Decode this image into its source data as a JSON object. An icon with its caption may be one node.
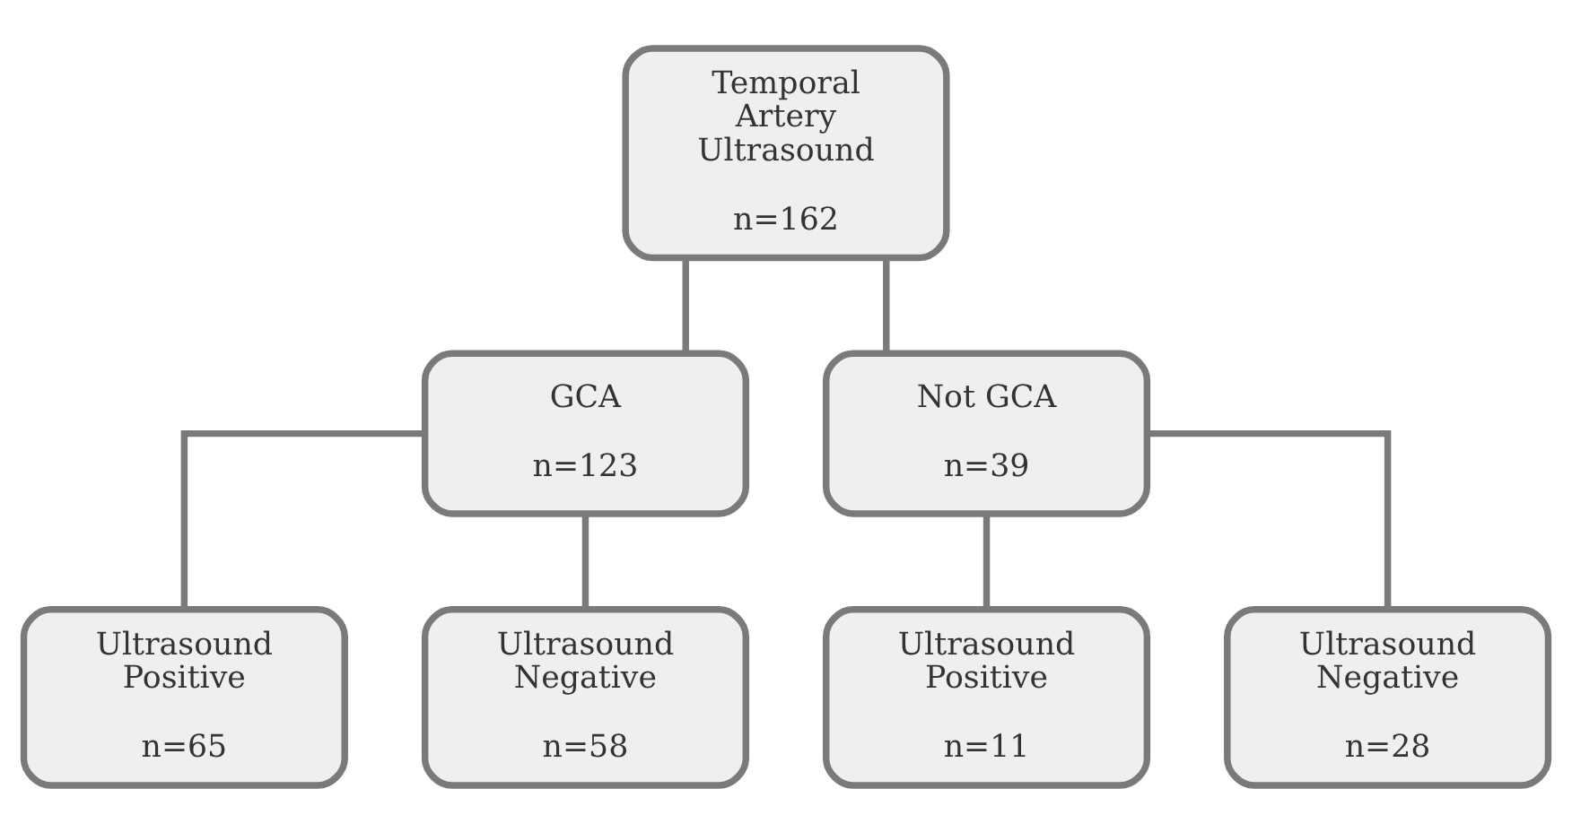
{
  "diagram": {
    "nodes": [
      {
        "text": [
          "Temporal Artery Ultrasound",
          "n=162"
        ]
      },
      {
        "text": [
          "GCA",
          "n=123"
        ]
      },
      {
        "text": [
          "Not GCA",
          "n=39"
        ]
      },
      {
        "text": [
          "Ultrasound Positive",
          "n=65"
        ]
      },
      {
        "text": [
          "Ultrasound Negative",
          "n=58"
        ]
      },
      {
        "text": [
          "Ultrasound Positive",
          "n=11"
        ]
      },
      {
        "text": [
          "Ultrasound Negative",
          "n=28"
        ]
      }
    ],
    "edges": [
      {
        "from": 0,
        "to": 1,
        "arrow": "none"
      },
      {
        "from": 0,
        "to": 2,
        "arrow": "none"
      },
      {
        "from": 1,
        "to": 3,
        "arrow": "none"
      },
      {
        "from": 1,
        "to": 4,
        "arrow": "none"
      },
      {
        "from": 2,
        "to": 5,
        "arrow": "none"
      },
      {
        "from": 2,
        "to": 6,
        "arrow": "none"
      }
    ]
  }
}
